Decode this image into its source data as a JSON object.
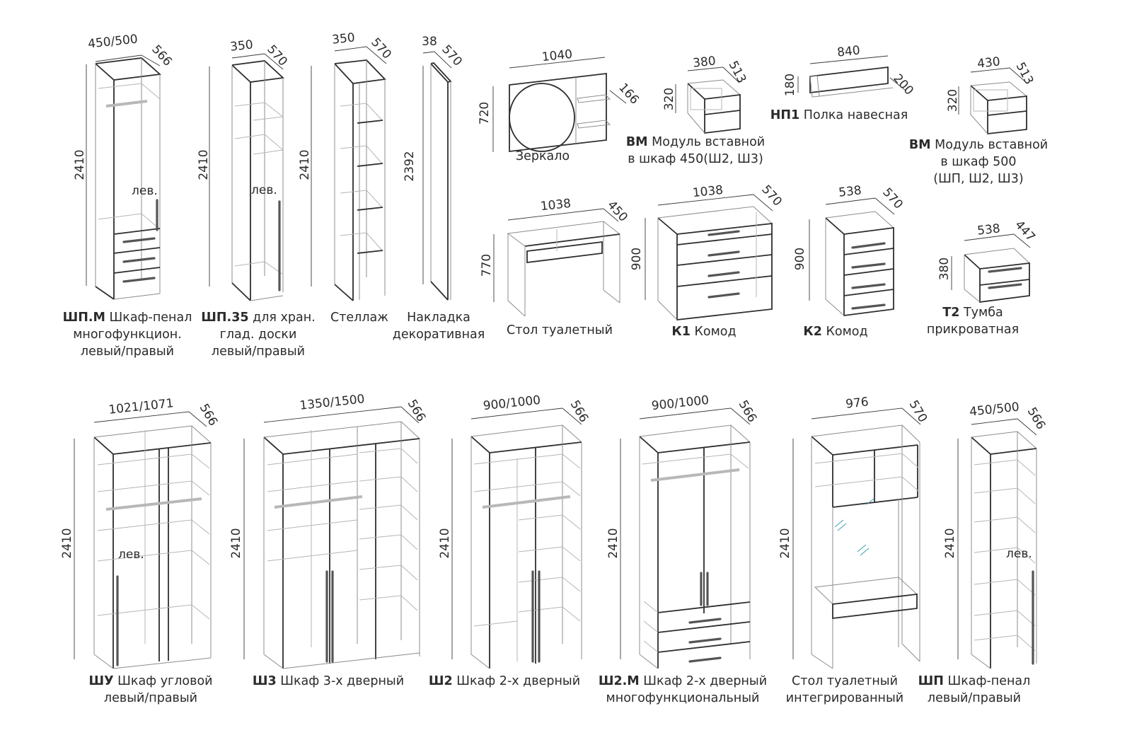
{
  "sheet": {
    "top_row": [
      {
        "id": "shp-m",
        "code": "ШП.М",
        "caption_lines": [
          "Шкаф-пенал",
          "многофункцион.",
          "левый/правый"
        ],
        "width": "450/500",
        "depth": "566",
        "height": "2410",
        "hinge_note": "лев."
      },
      {
        "id": "shp-35",
        "code": "ШП.35",
        "caption_lines": [
          "для хран.",
          "глад. доски",
          "левый/правый"
        ],
        "width": "350",
        "depth": "570",
        "height": "2410",
        "hinge_note": "лев."
      },
      {
        "id": "stellazh",
        "code": "",
        "caption_lines": [
          "Стеллаж"
        ],
        "width": "350",
        "depth": "570",
        "height": "2410"
      },
      {
        "id": "nakladka",
        "code": "",
        "caption_lines": [
          "Накладка",
          "декоративная"
        ],
        "width": "38",
        "depth": "570",
        "height": "2392"
      },
      {
        "id": "zerkalo",
        "code": "",
        "caption_lines": [
          "Зеркало"
        ],
        "width": "1040",
        "depth": "166",
        "height": "720"
      },
      {
        "id": "vm-450",
        "code": "ВМ",
        "caption_lines": [
          "Модуль вставной",
          "в шкаф 450(Ш2, Ш3)"
        ],
        "width": "380",
        "depth": "513",
        "height": "320"
      },
      {
        "id": "np1",
        "code": "НП1",
        "caption_lines": [
          "Полка навесная"
        ],
        "width": "840",
        "depth": "200",
        "height": "180"
      },
      {
        "id": "vm-500",
        "code": "ВМ",
        "caption_lines": [
          "Модуль вставной",
          "в шкаф 500",
          "(ШП, Ш2, Ш3)"
        ],
        "width": "430",
        "depth": "513",
        "height": "320"
      }
    ],
    "middle_row": [
      {
        "id": "stol-tualetny",
        "code": "",
        "caption_lines": [
          "Стол туалетный"
        ],
        "width": "1038",
        "depth": "450",
        "height": "770"
      },
      {
        "id": "k1",
        "code": "К1",
        "caption_lines": [
          "Комод"
        ],
        "width": "1038",
        "depth": "570",
        "height": "900"
      },
      {
        "id": "k2",
        "code": "К2",
        "caption_lines": [
          "Комод"
        ],
        "width": "538",
        "depth": "570",
        "height": "900"
      },
      {
        "id": "t2",
        "code": "Т2",
        "caption_lines": [
          "Тумба",
          "прикроватная"
        ],
        "width": "538",
        "depth": "447",
        "height": "380"
      }
    ],
    "bottom_row": [
      {
        "id": "shu",
        "code": "ШУ",
        "caption_lines": [
          "Шкаф угловой",
          "левый/правый"
        ],
        "width": "1021/1071",
        "depth": "566",
        "height": "2410",
        "hinge_note": "лев."
      },
      {
        "id": "sh3",
        "code": "Ш3",
        "caption_lines": [
          "Шкаф 3-х дверный"
        ],
        "width": "1350/1500",
        "depth": "566",
        "height": "2410"
      },
      {
        "id": "sh2",
        "code": "Ш2",
        "caption_lines": [
          "Шкаф 2-х дверный"
        ],
        "width": "900/1000",
        "depth": "566",
        "height": "2410"
      },
      {
        "id": "sh2-m",
        "code": "Ш2.М",
        "caption_lines": [
          "Шкаф 2-х дверный",
          "многофункциональный"
        ],
        "width": "900/1000",
        "depth": "566",
        "height": "2410"
      },
      {
        "id": "stol-integr",
        "code": "",
        "caption_lines": [
          "Стол туалетный",
          "интегрированный"
        ],
        "width": "976",
        "depth": "570",
        "height": "2410"
      },
      {
        "id": "shp",
        "code": "ШП",
        "caption_lines": [
          "Шкаф-пенал",
          "левый/правый"
        ],
        "width": "450/500",
        "depth": "566",
        "height": "2410",
        "hinge_note": "лев."
      }
    ]
  },
  "colors": {
    "line_dark": "#2e2e2e",
    "line_light": "#b5b5b5",
    "text": "#2b2b2b",
    "mirror_glint": "#3aa0b0"
  }
}
